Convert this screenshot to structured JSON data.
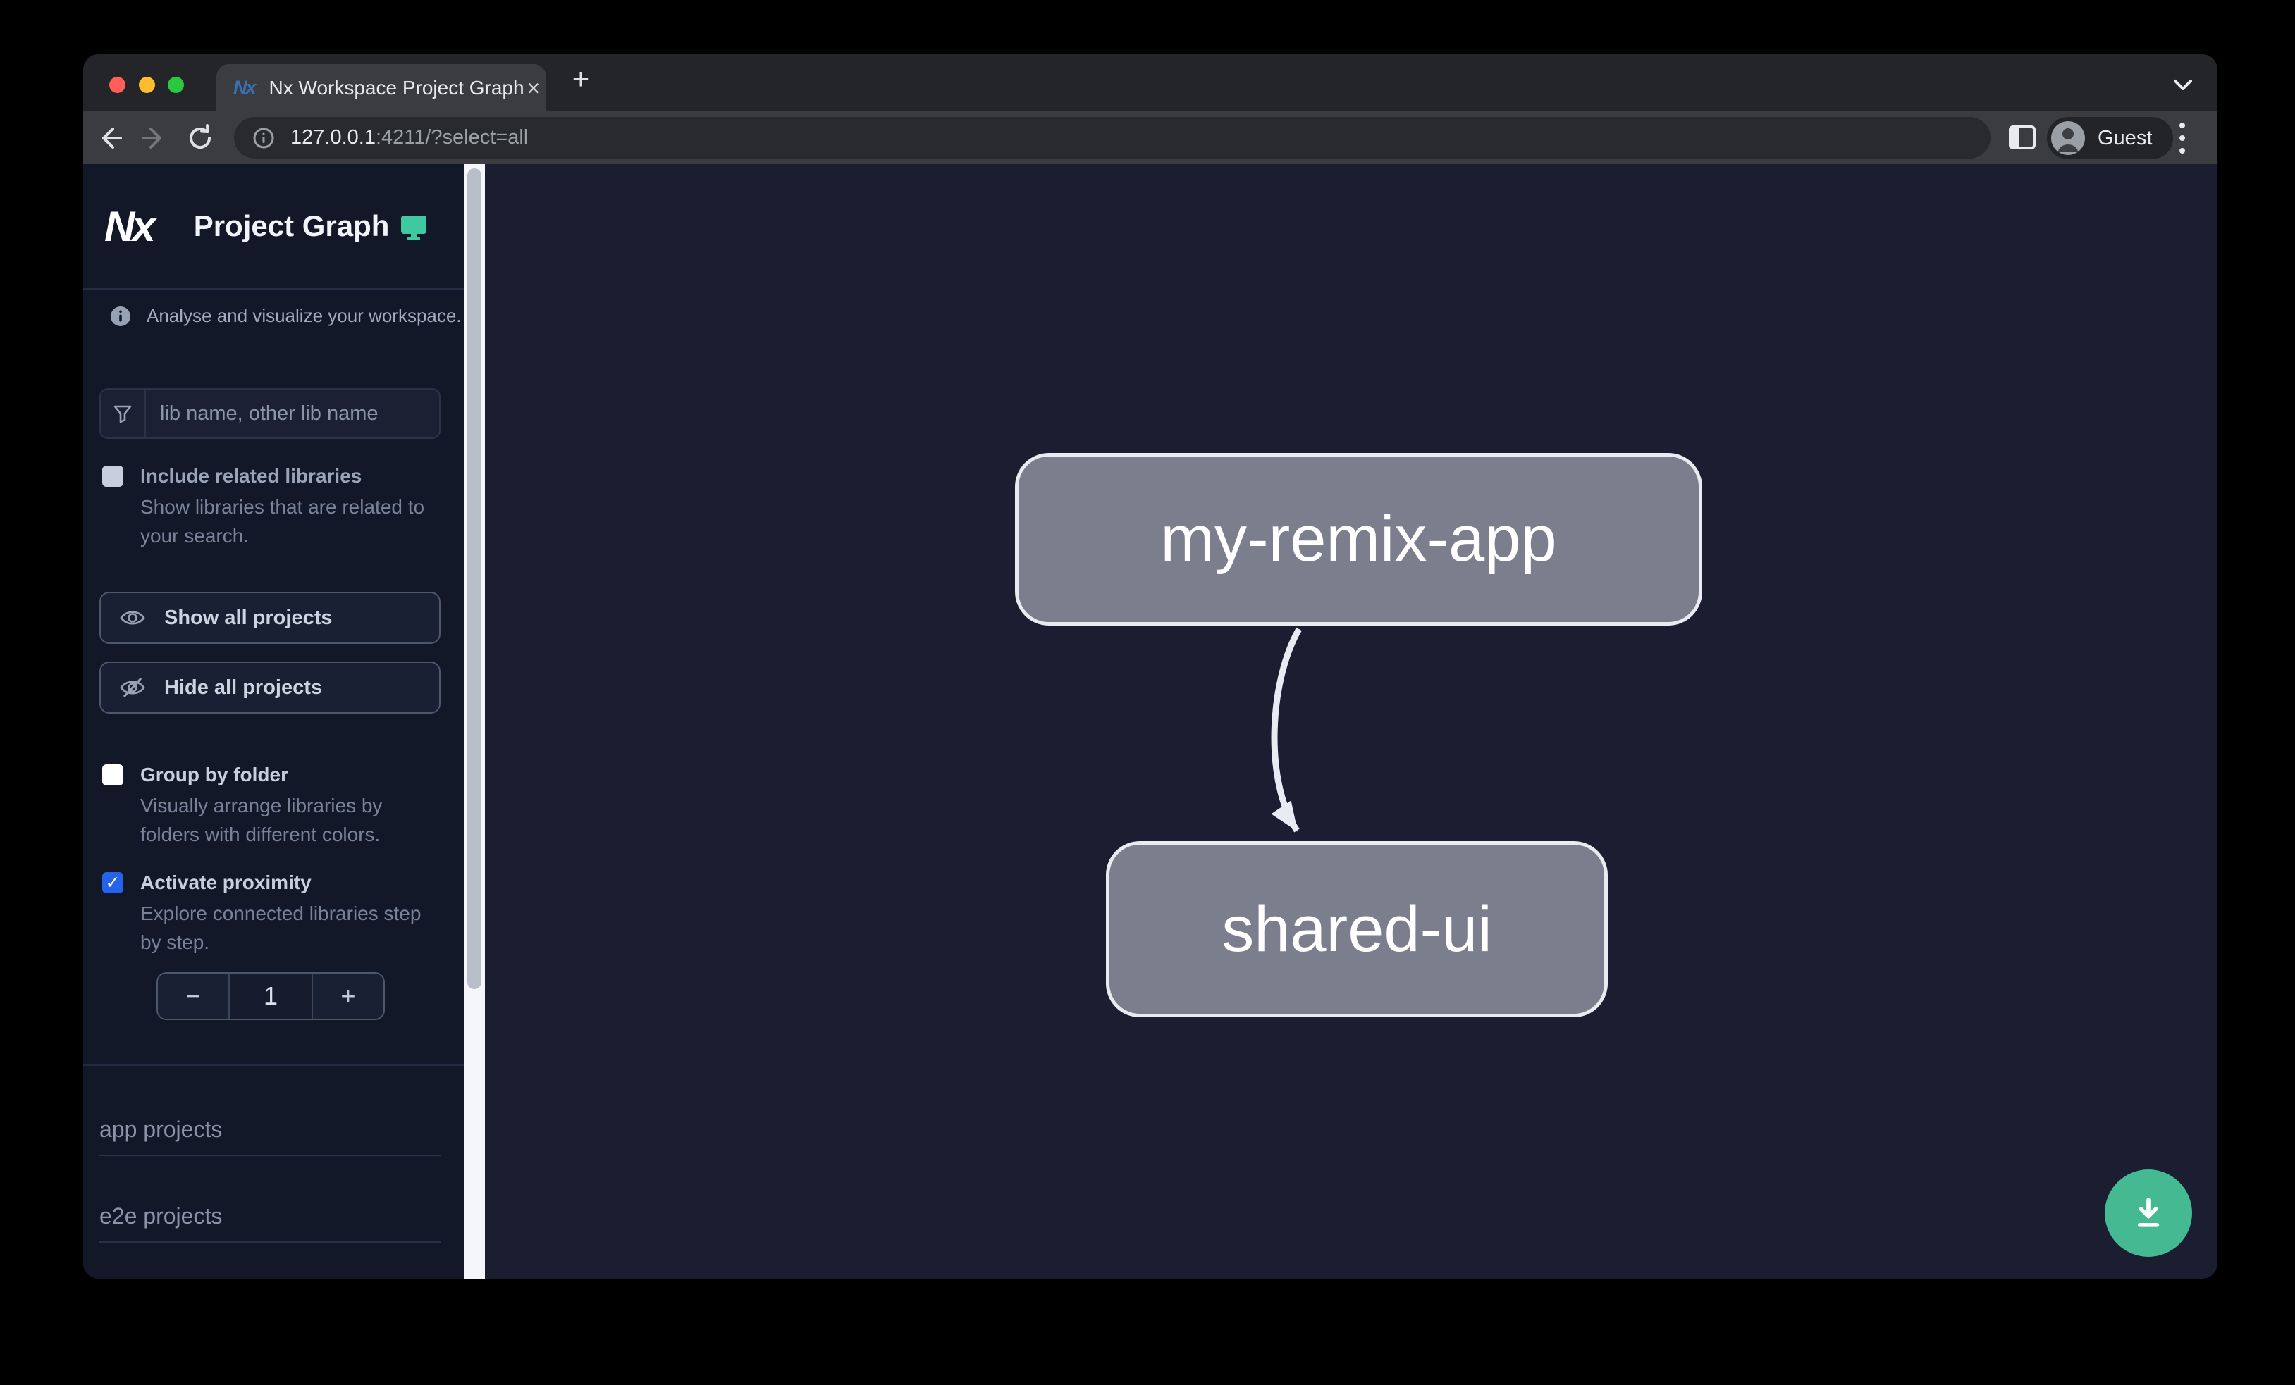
{
  "browser": {
    "tab_title": "Nx Workspace Project Graph",
    "close_tab": "×",
    "new_tab": "+",
    "url_host": "127.0.0.1",
    "url_rest": ":4211/?select=all",
    "profile_label": "Guest"
  },
  "sidebar": {
    "logo_text": "Nx",
    "title": "Project Graph",
    "tagline": "Analyse and visualize your workspace.",
    "filter_placeholder": "lib name, other lib name",
    "include_related": {
      "label": "Include related libraries",
      "description": "Show libraries that are related to your search.",
      "checked": false
    },
    "show_all_label": "Show all projects",
    "hide_all_label": "Hide all projects",
    "group_by_folder": {
      "label": "Group by folder",
      "description": "Visually arrange libraries by folders with different colors.",
      "checked": false
    },
    "activate_proximity": {
      "label": "Activate proximity",
      "description": "Explore connected libraries step by step.",
      "checked": true
    },
    "proximity_stepper": {
      "decrement": "−",
      "value": "1",
      "increment": "+"
    },
    "sections": {
      "app": "app projects",
      "e2e": "e2e projects"
    }
  },
  "graph": {
    "nodes": {
      "app": "my-remix-app",
      "lib": "shared-ui"
    },
    "edge": {
      "source": "my-remix-app",
      "target": "shared-ui"
    }
  },
  "colors": {
    "checkbox_accent": "#2563eb",
    "fab_green": "#45ba92",
    "logo_monitor_teal": "#3fc99f",
    "node_fill": "#7a7e8d",
    "node_border": "#e9ebf0",
    "sidebar_bg": "#131829",
    "canvas_bg": "#1a1e30",
    "traffic_red": "#ff5f57",
    "traffic_yellow": "#febc2e",
    "traffic_green": "#28c840"
  }
}
